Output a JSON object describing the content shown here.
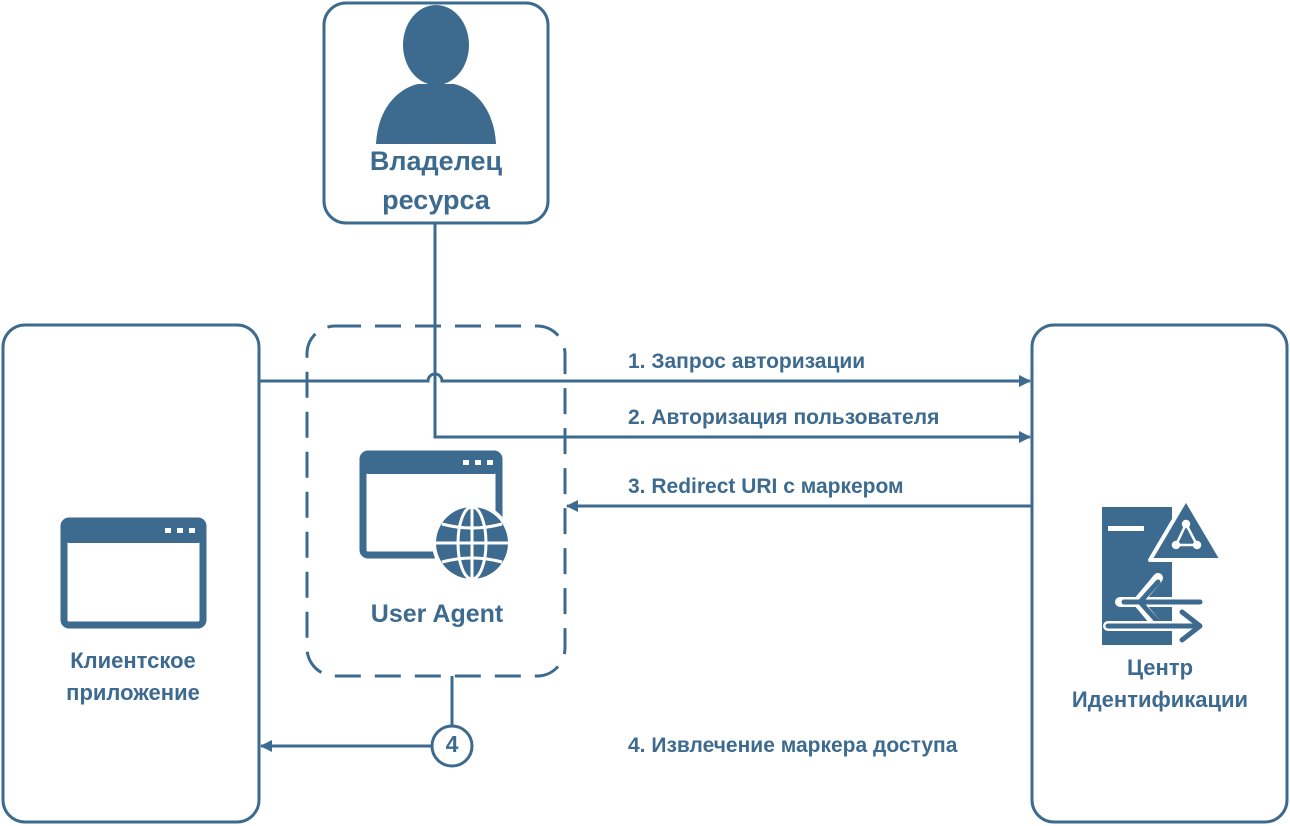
{
  "resource_owner": {
    "line1": "Владелец",
    "line2": "ресурса"
  },
  "user_agent": {
    "label": "User Agent"
  },
  "client_app": {
    "line1": "Клиентское",
    "line2": "приложение"
  },
  "identity_center": {
    "line1": "Центр",
    "line2": "Идентификации"
  },
  "steps": [
    {
      "label": "1. Запрос авторизации"
    },
    {
      "label": "2. Авторизация пользователя"
    },
    {
      "label": "3. Redirect URI с маркером"
    },
    {
      "label": "4. Извлечение маркера доступа"
    }
  ],
  "step4_badge": "4",
  "colors": {
    "primary": "#3d6a8f",
    "background": "#ffffff"
  },
  "icons": [
    "person-icon",
    "browser-window-icon",
    "globe-icon",
    "server-icon",
    "warning-triangle-icon",
    "exchange-arrows-icon"
  ]
}
